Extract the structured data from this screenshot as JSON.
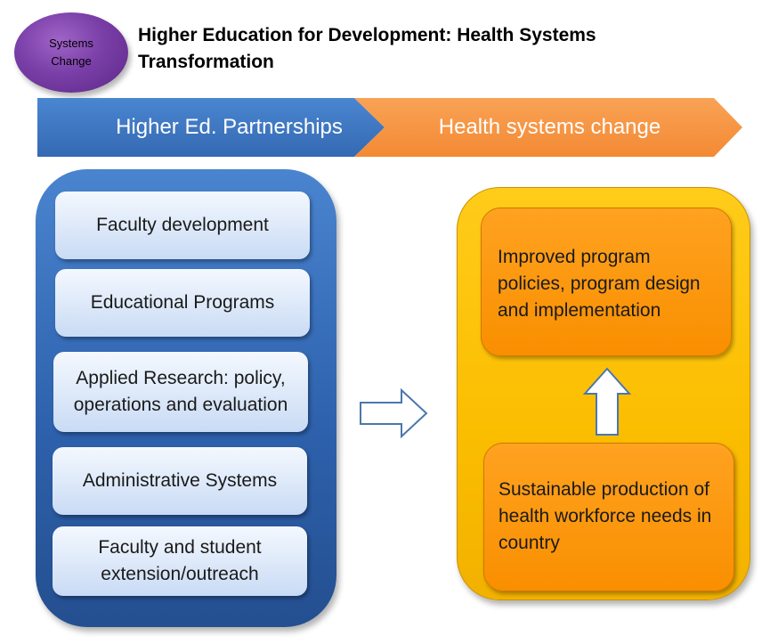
{
  "badge": {
    "label": "Systems Change"
  },
  "title": "Higher Education for Development: Health Systems Transformation",
  "banner": {
    "left_label": "Higher Ed. Partnerships",
    "right_label": "Health systems change"
  },
  "left_panel": {
    "items": [
      "Faculty development",
      "Educational Programs",
      "Applied Research: policy, operations and evaluation",
      "Administrative Systems",
      "Faculty and student extension/outreach"
    ]
  },
  "right_panel": {
    "top_box": "Improved program policies, program design and implementation",
    "bottom_box": "Sustainable production of health workforce needs in country"
  },
  "colors": {
    "blue": "#3e77c4",
    "orange": "#f79646",
    "gold": "#fbbd00",
    "dark_orange": "#f98f00",
    "purple": "#7a3fa8"
  }
}
